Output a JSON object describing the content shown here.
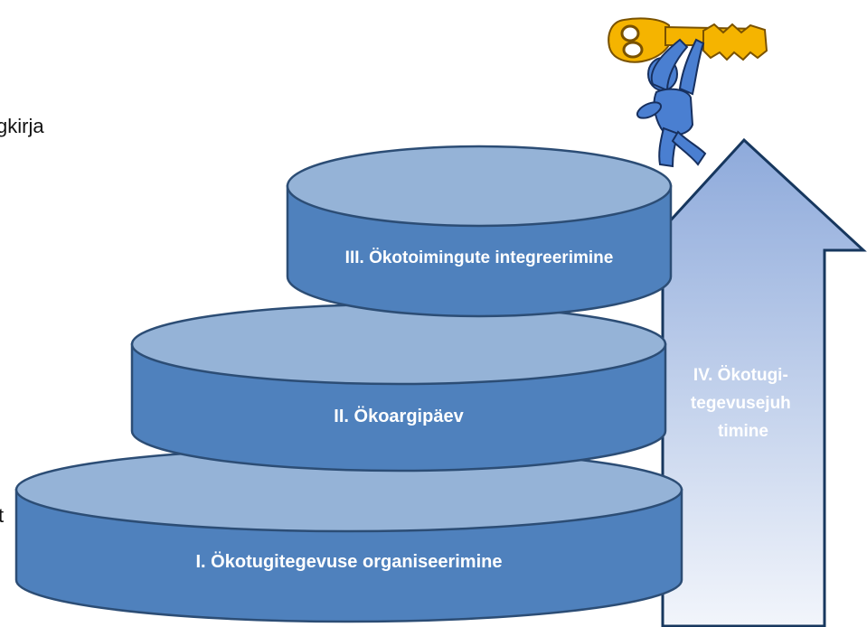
{
  "page": {
    "left_fragment_top": "gkirja",
    "left_fragment_bottom": "t"
  },
  "stages": [
    {
      "label": "I. Ökotugitegevuse organiseerimine"
    },
    {
      "label": "II. Ökoargipäev"
    },
    {
      "label": "III. Ökotoimingute integreerimine"
    }
  ],
  "arrow": {
    "label_lines": [
      "IV. Ökotugi-",
      "tegevusejuh",
      "timine"
    ]
  },
  "figure": {
    "icon": "person-holding-key-icon"
  },
  "colors": {
    "disc_top": "#95b3d7",
    "disc_side": "#4f81bd",
    "disc_edge": "#2c4d75",
    "arrow_fill_top": "#8eaadb",
    "arrow_fill_bottom": "#f2f5fb",
    "arrow_edge": "#17375e",
    "key_gold": "#f5b400",
    "key_edge": "#7a5200",
    "figure_blue": "#4a7fd1",
    "figure_edge": "#17305f"
  }
}
